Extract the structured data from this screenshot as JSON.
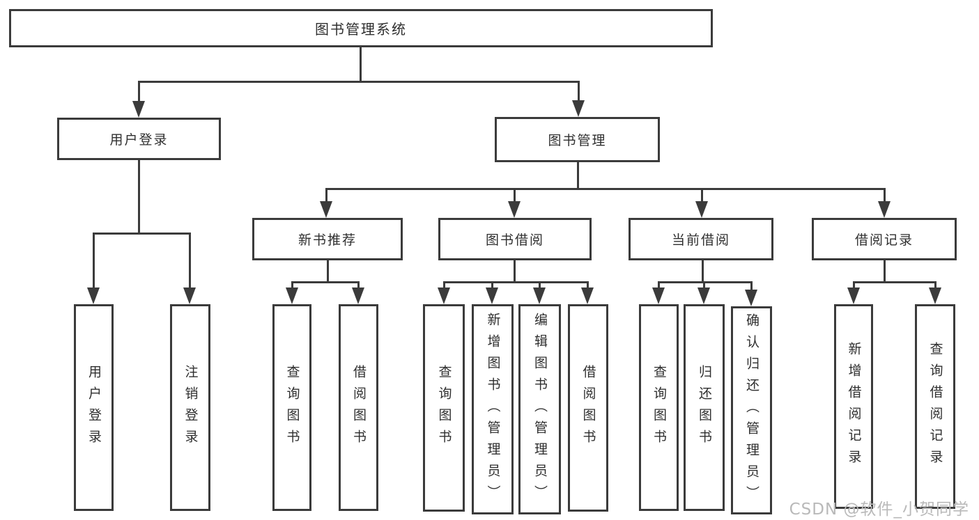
{
  "diagram": {
    "root": {
      "label": "图书管理系统"
    },
    "user": {
      "label": "用户登录",
      "children": [
        {
          "label": "用户登录"
        },
        {
          "label": "注销登录"
        }
      ]
    },
    "mgmt": {
      "label": "图书管理",
      "groups": [
        {
          "label": "新书推荐",
          "children": [
            {
              "label": "查询图书"
            },
            {
              "label": "借阅图书"
            }
          ]
        },
        {
          "label": "图书借阅",
          "children": [
            {
              "label": "查询图书"
            },
            {
              "label": "新增图书（管理员）"
            },
            {
              "label": "编辑图书（管理员）"
            },
            {
              "label": "借阅图书"
            }
          ]
        },
        {
          "label": "当前借阅",
          "children": [
            {
              "label": "查询图书"
            },
            {
              "label": "归还图书"
            },
            {
              "label": "确认归还（管理员）"
            }
          ]
        },
        {
          "label": "借阅记录",
          "children": [
            {
              "label": "新增借阅记录"
            },
            {
              "label": "查询借阅记录"
            }
          ]
        }
      ]
    }
  },
  "watermark": {
    "text": "CSDN @软件_小贺同学"
  },
  "colors": {
    "line": "#3b3b3b",
    "text": "#2f2f2f",
    "watermark": "#b9b9b9",
    "background": "#ffffff"
  }
}
